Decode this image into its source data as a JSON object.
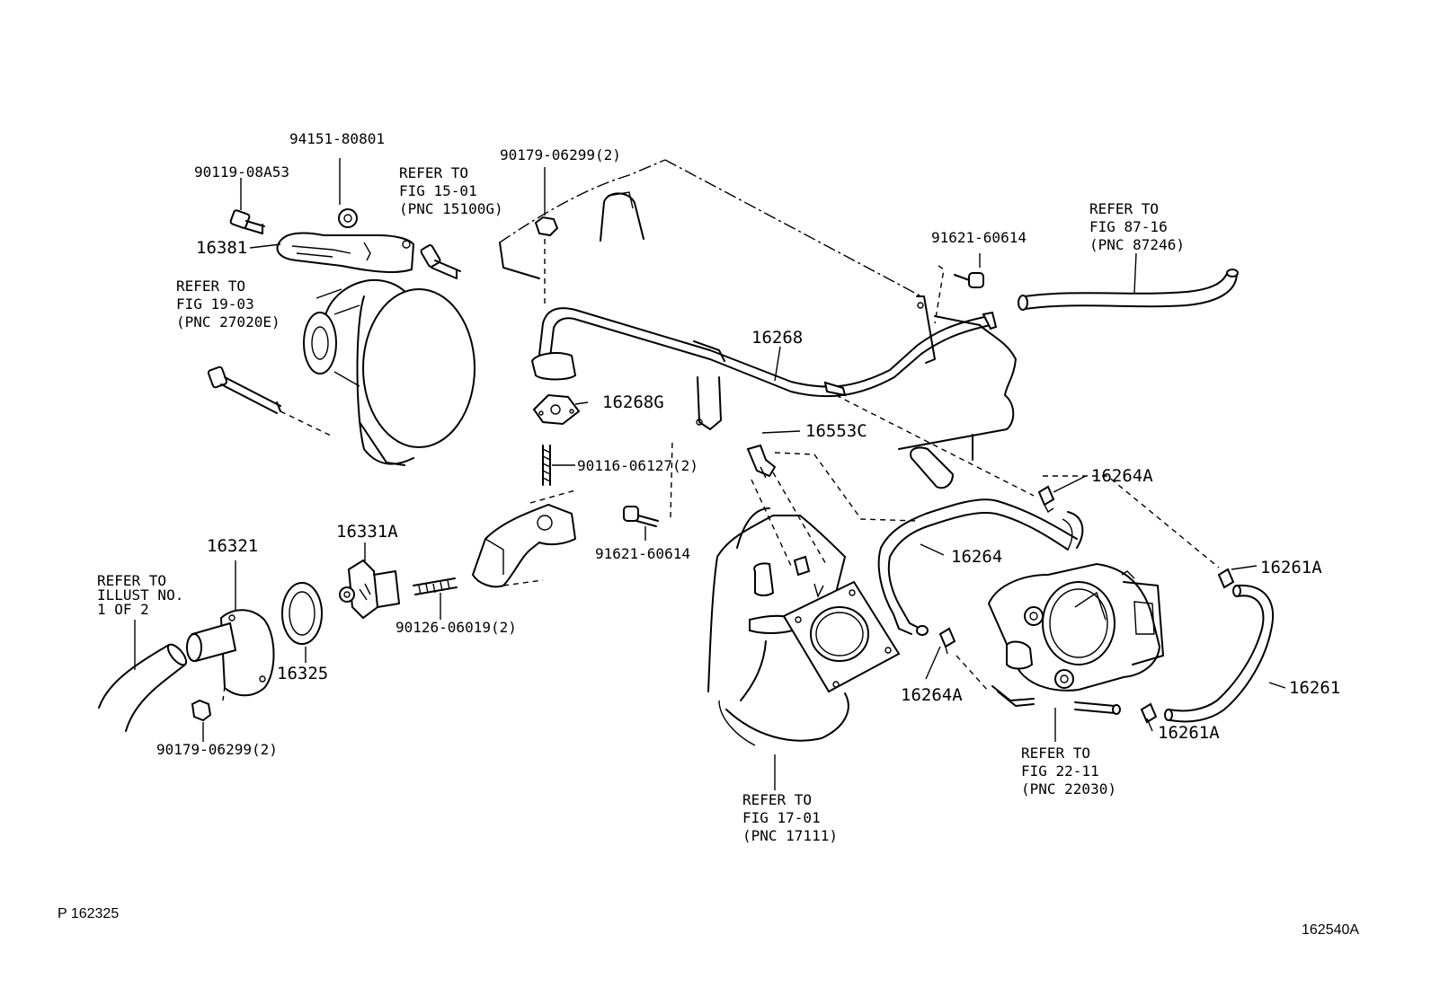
{
  "labels": {
    "p94151": "94151-80801",
    "p90119": "90119-08A53",
    "p16381": "16381",
    "refer15_1": "REFER TO",
    "refer15_2": "FIG 15-01",
    "refer15_3": "(PNC 15100G)",
    "refer19_1": "REFER TO",
    "refer19_2": "FIG 19-03",
    "refer19_3": "(PNC 27020E)",
    "p90179_top": "90179-06299(2)",
    "p91621_top": "91621-60614",
    "refer87_1": "REFER TO",
    "refer87_2": "FIG 87-16",
    "refer87_3": "(PNC 87246)",
    "p16268": "16268",
    "p16268G": "16268G",
    "p16553C": "16553C",
    "p90116": "90116-06127(2)",
    "p16264A_top": "16264A",
    "p91621_mid": "91621-60614",
    "p16264": "16264",
    "p16261A_top": "16261A",
    "p16321": "16321",
    "p16331A": "16331A",
    "referIll_1": "REFER TO",
    "referIll_2": "ILLUST NO.",
    "referIll_3": "1 OF 2",
    "p90126": "90126-06019(2)",
    "p16325": "16325",
    "p16264A_bot": "16264A",
    "p16261": "16261",
    "p16261A_bot": "16261A",
    "p90179_bot": "90179-06299(2)",
    "refer22_1": "REFER TO",
    "refer22_2": "FIG 22-11",
    "refer22_3": "(PNC 22030)",
    "refer17_1": "REFER TO",
    "refer17_2": "FIG 17-01",
    "refer17_3": "(PNC 17111)",
    "footer_left": "P 162325",
    "footer_right": "162540A"
  }
}
